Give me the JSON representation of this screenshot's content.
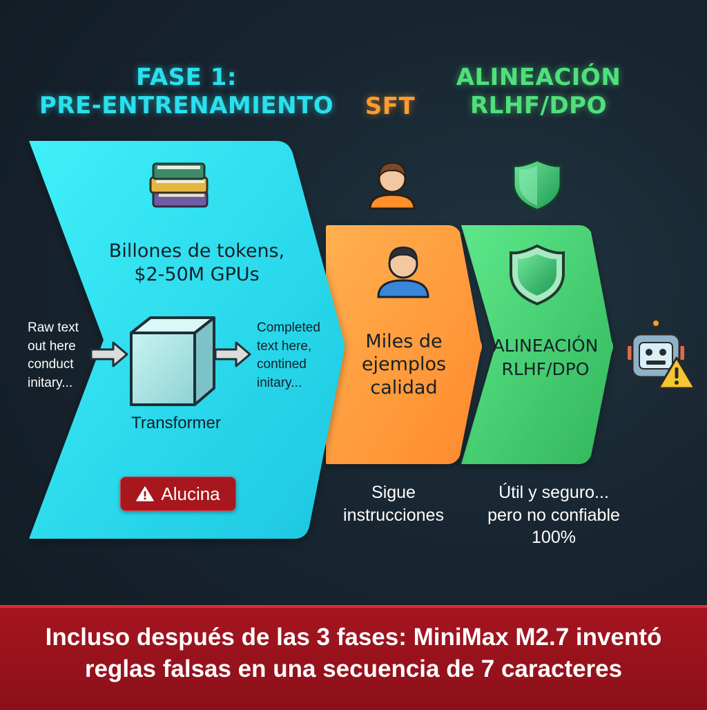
{
  "headings": {
    "pretraining_line1": "FASE 1:",
    "pretraining_line2": "PRE-ENTRENAMIENTO",
    "sft": "SFT",
    "alignment_line1": "ALINEACIÓN",
    "alignment_line2": "RLHF/DPO"
  },
  "pretraining": {
    "desc_line1": "Billones de tokens,",
    "desc_line2": "$2-50M GPUs",
    "input_lines": [
      "Raw text",
      "out here",
      "conduct",
      "initary..."
    ],
    "output_lines": [
      "Completed",
      "text here,",
      "contined",
      "initary..."
    ],
    "model_label": "Transformer",
    "badge_label": "Alucina",
    "badge_icon": "warning-icon"
  },
  "sft": {
    "desc_lines": [
      "Miles de",
      "ejemplos",
      "calidad"
    ],
    "result_lines": [
      "Sigue",
      "instrucciones"
    ]
  },
  "alignment": {
    "desc_line1": "ALINEACIÓN",
    "desc_line2": "RLHF/DPO",
    "result_lines": [
      "Útil y seguro...",
      "pero no confiable",
      "100%"
    ]
  },
  "footer": {
    "line1": "Incluso después de las 3 fases: MiniMax M2.7 inventó",
    "line2": "reglas falsas en una secuencia de 7 caracteres"
  },
  "colors": {
    "pretraining": "#22d9ec",
    "sft": "#ff9a3a",
    "alignment": "#41c96c",
    "footer": "#9a121c"
  }
}
